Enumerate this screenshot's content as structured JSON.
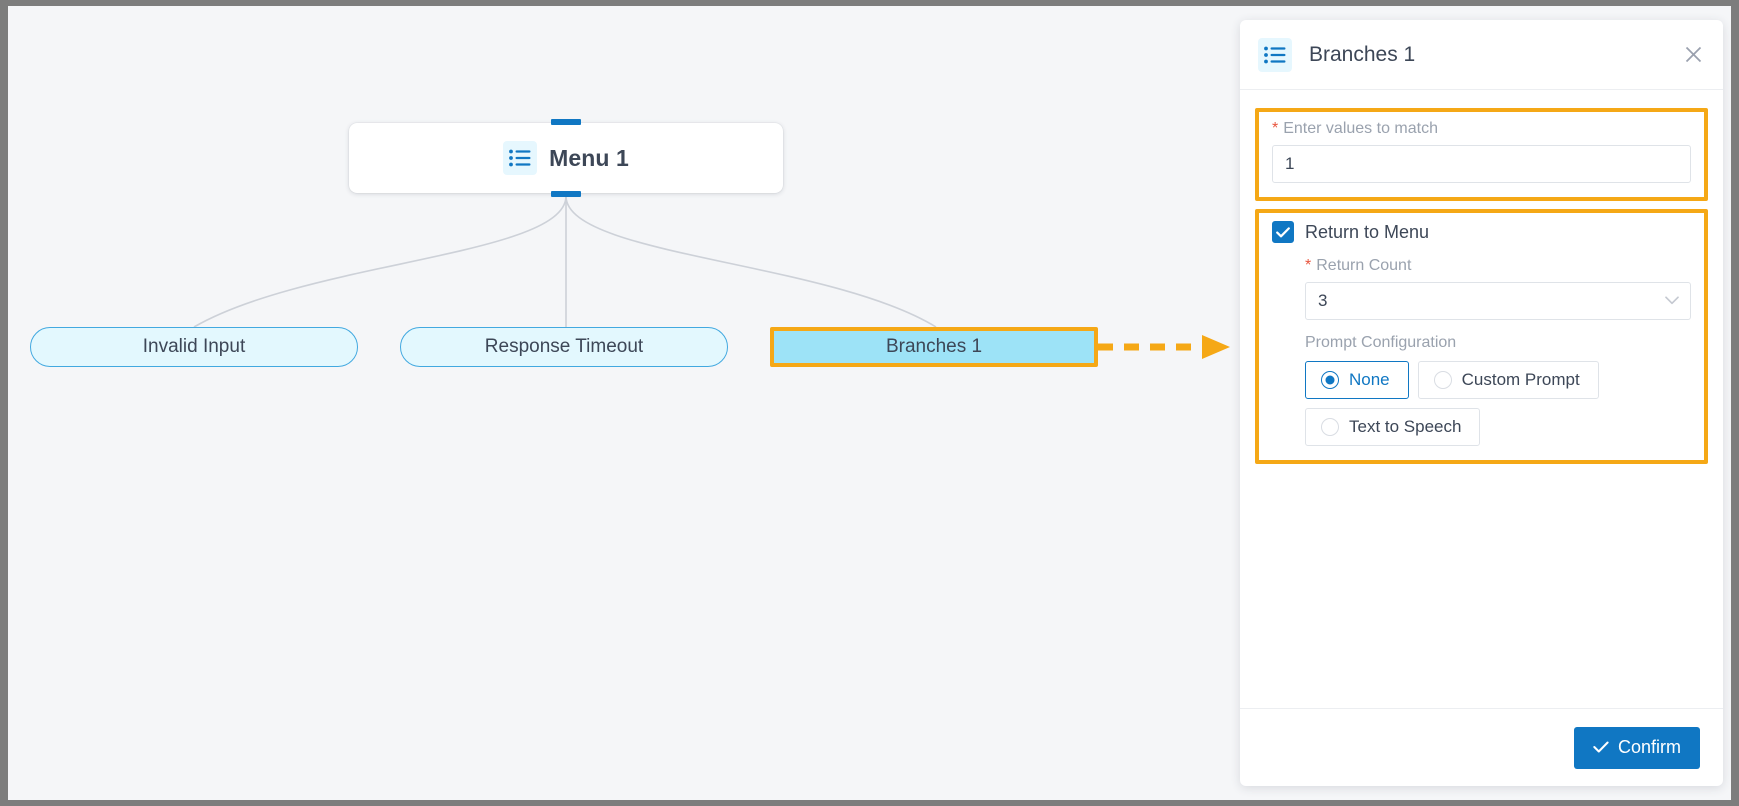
{
  "canvas": {
    "menu_node": {
      "title": "Menu 1",
      "icon": "list-menu-icon"
    },
    "branches": [
      {
        "label": "Invalid Input",
        "selected": false
      },
      {
        "label": "Response Timeout",
        "selected": false
      },
      {
        "label": "Branches 1",
        "selected": true
      }
    ]
  },
  "panel": {
    "title": "Branches 1",
    "icon": "list-menu-icon",
    "close_icon": "close-icon",
    "match_values": {
      "label": "Enter values to match",
      "required": "*",
      "value": "1",
      "placeholder": ""
    },
    "return_to_menu": {
      "label": "Return to Menu",
      "checked": true,
      "return_count": {
        "label": "Return Count",
        "required": "*",
        "value": "3",
        "chevron_icon": "chevron-down-icon"
      },
      "prompt_configuration": {
        "label": "Prompt Configuration",
        "options": [
          {
            "label": "None",
            "selected": true
          },
          {
            "label": "Custom Prompt",
            "selected": false
          },
          {
            "label": "Text to Speech",
            "selected": false
          }
        ]
      }
    },
    "footer": {
      "confirm_label": "Confirm",
      "confirm_icon": "check-icon"
    }
  },
  "colors": {
    "accent_blue": "#1077c3",
    "highlight_orange": "#f5a816",
    "node_fill": "#e3f8fe",
    "node_selected_fill": "#9de3f7",
    "node_border": "#42a9e0",
    "required_red": "#e8553e",
    "canvas_bg": "#f5f6f8"
  }
}
